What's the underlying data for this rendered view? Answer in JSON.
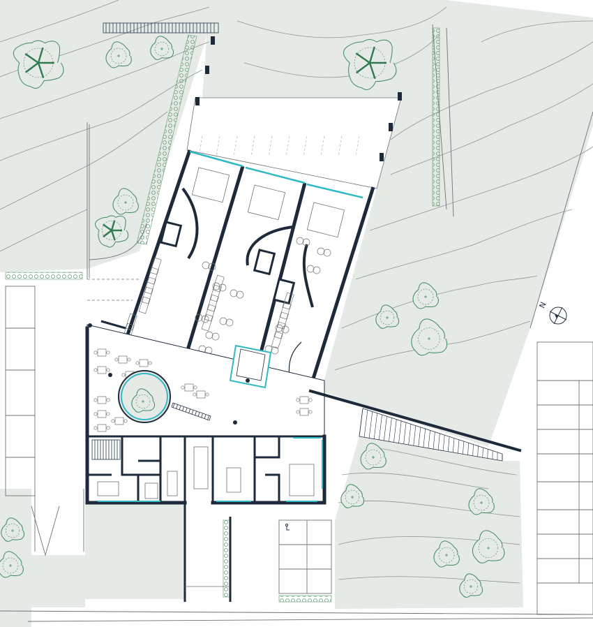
{
  "drawing": {
    "type": "architectural site plan",
    "north_label": "N"
  },
  "colors": {
    "landscape": "#e6eae6",
    "wall": "#1d2a3a",
    "glazing": "#2fb9c4",
    "floor": "#ffffff",
    "contour": "#8e9691",
    "tree_outline": "#3f8a5c",
    "hedge": "#5d9a6a",
    "thin_line": "#6c7370"
  },
  "icons": {
    "north_arrow": "compass-north-icon",
    "tree": "tree-canopy-icon",
    "parking_symbol": "wheelchair-icon"
  },
  "features": {
    "classroom_wings": 3,
    "circular_courtyard": 1,
    "parking_rows": 2,
    "stairs": 3
  }
}
